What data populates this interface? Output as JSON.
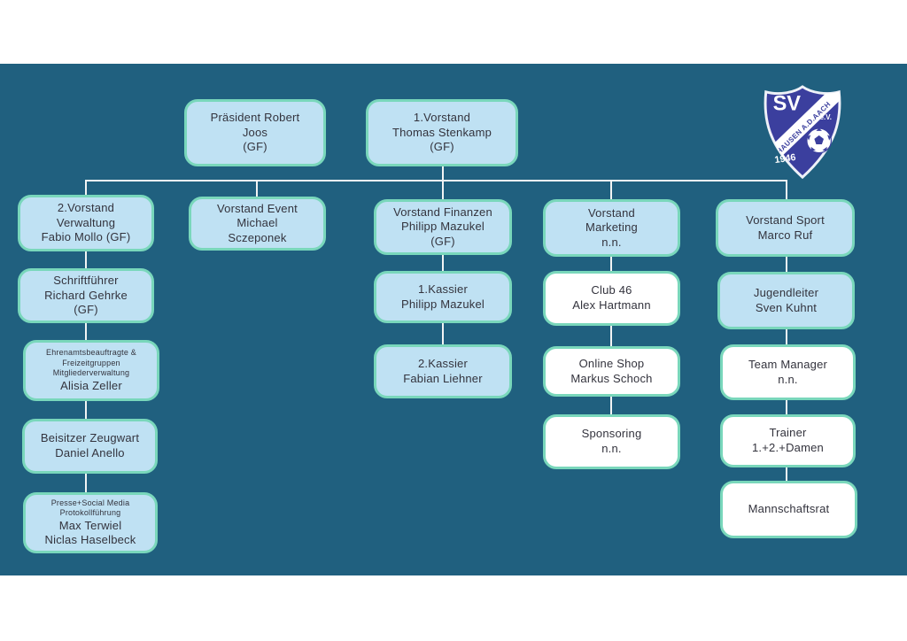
{
  "title": "SV Hausen a.d. Aach Vereinsstruktur Organigramm",
  "colors": {
    "background": "#20607f",
    "node_blue_fill": "#bfe1f3",
    "node_white_fill": "#ffffff",
    "node_border_mint": "#79d7bb",
    "connector_line": "#f2f4f4",
    "text": "#33333d",
    "logo_blue": "#3b3f9e"
  },
  "logo": {
    "sv": "SV",
    "name": "HAUSEN A.D.AACH",
    "ev": "e.V.",
    "year": "1946"
  },
  "nodes": {
    "praesident": {
      "text": "Präsident Robert\nJoos\n(GF)"
    },
    "vorstand1": {
      "text": "1.Vorstand\nThomas Stenkamp\n(GF)"
    },
    "vorstand2": {
      "text": "2.Vorstand\nVerwaltung\nFabio Mollo (GF)"
    },
    "event": {
      "text": "Vorstand Event\nMichael\nSczeponek"
    },
    "finanzen": {
      "text": "Vorstand Finanzen\nPhilipp Mazukel\n(GF)"
    },
    "marketing": {
      "text": "Vorstand\nMarketing\nn.n."
    },
    "sport": {
      "text": "Vorstand Sport\nMarco Ruf"
    },
    "schriftfuehrer": {
      "text": "Schriftführer\nRichard Gehrke\n(GF)"
    },
    "ehrenamt": {
      "small": "Ehrenamtsbeauftragte &\nFreizeitgruppen\nMitgliederverwaltung",
      "name": "Alisia Zeller"
    },
    "beisitzer": {
      "text": "Beisitzer Zeugwart\nDaniel Anello"
    },
    "presse": {
      "small": "Presse+Social Media\nProtokollführung",
      "name": "Max Terwiel\nNiclas Haselbeck"
    },
    "kassier1": {
      "text": "1.Kassier\nPhilipp Mazukel"
    },
    "kassier2": {
      "text": "2.Kassier\nFabian Liehner"
    },
    "club46": {
      "text": "Club 46\nAlex Hartmann"
    },
    "onlineshop": {
      "text": "Online Shop\nMarkus Schoch"
    },
    "sponsoring": {
      "text": "Sponsoring\nn.n."
    },
    "jugendleiter": {
      "text": "Jugendleiter\nSven Kuhnt"
    },
    "teammanager": {
      "text": "Team Manager\nn.n."
    },
    "trainer": {
      "text": "Trainer\n1.+2.+Damen"
    },
    "mannschaftsrat": {
      "text": "Mannschaftsrat"
    }
  }
}
